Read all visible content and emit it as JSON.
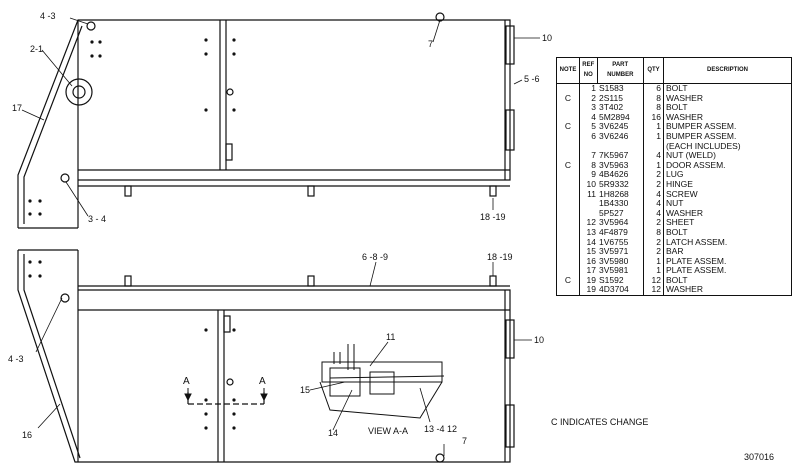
{
  "callouts": {
    "c43_top": "4 -3",
    "c21": "2-1",
    "c17": "17",
    "c34": "3 - 4",
    "c7_top": "7",
    "c10_top": "10",
    "c568_top": "5 -6",
    "c1819_top": "18 -19",
    "c689": "6 -8 -9",
    "c1819_mid": "18 -19",
    "c43_low": "4 -3",
    "c16": "16",
    "c10_low": "10",
    "c11": "11",
    "c15": "15",
    "c14": "14",
    "c13412": "13 -4 12",
    "c7_low": "7",
    "section_a_left": "A",
    "section_a_right": "A",
    "view_label": "VIEW A-A"
  },
  "table": {
    "headers": {
      "note": "NOTE",
      "ref_no": "REF NO",
      "part_number": "PART NUMBER",
      "qty": "QTY",
      "description": "DESCRIPTION"
    },
    "rows": [
      {
        "note": "",
        "ref": "1",
        "part": "S1583",
        "qty": "6",
        "desc": "BOLT"
      },
      {
        "note": "C",
        "ref": "2",
        "part": "2S115",
        "qty": "8",
        "desc": "WASHER"
      },
      {
        "note": "",
        "ref": "3",
        "part": "3T402",
        "qty": "8",
        "desc": "BOLT"
      },
      {
        "note": "",
        "ref": "4",
        "part": "5M2894",
        "qty": "16",
        "desc": "WASHER"
      },
      {
        "note": "C",
        "ref": "5",
        "part": "3V6245",
        "qty": "1",
        "desc": "BUMPER ASSEM."
      },
      {
        "note": "",
        "ref": "6",
        "part": "3V6246",
        "qty": "1",
        "desc": "BUMPER ASSEM."
      },
      {
        "note": "",
        "ref": "",
        "part": "",
        "qty": "",
        "desc": "(EACH INCLUDES)"
      },
      {
        "note": "",
        "ref": "7",
        "part": "7K5967",
        "qty": "4",
        "desc": "NUT (WELD)"
      },
      {
        "note": "C",
        "ref": "8",
        "part": "3V5963",
        "qty": "1",
        "desc": "DOOR ASSEM."
      },
      {
        "note": "",
        "ref": "9",
        "part": "4B4626",
        "qty": "2",
        "desc": "LUG"
      },
      {
        "note": "",
        "ref": "10",
        "part": "5R9332",
        "qty": "2",
        "desc": "HINGE"
      },
      {
        "note": "",
        "ref": "11",
        "part": "1H8268",
        "qty": "4",
        "desc": "SCREW"
      },
      {
        "note": "",
        "ref": "",
        "part": "1B4330",
        "qty": "4",
        "desc": "NUT"
      },
      {
        "note": "",
        "ref": "",
        "part": "5P527",
        "qty": "4",
        "desc": "WASHER"
      },
      {
        "note": "",
        "ref": "12",
        "part": "3V5964",
        "qty": "2",
        "desc": "SHEET"
      },
      {
        "note": "",
        "ref": "13",
        "part": "4F4879",
        "qty": "8",
        "desc": "BOLT"
      },
      {
        "note": "",
        "ref": "14",
        "part": "1V6755",
        "qty": "2",
        "desc": "LATCH ASSEM."
      },
      {
        "note": "",
        "ref": "15",
        "part": "3V5971",
        "qty": "2",
        "desc": "BAR"
      },
      {
        "note": "",
        "ref": "16",
        "part": "3V5980",
        "qty": "1",
        "desc": "PLATE ASSEM."
      },
      {
        "note": "",
        "ref": "17",
        "part": "3V5981",
        "qty": "1",
        "desc": "PLATE ASSEM."
      },
      {
        "note": "C",
        "ref": "19",
        "part": "S1592",
        "qty": "12",
        "desc": "BOLT"
      },
      {
        "note": "",
        "ref": "19",
        "part": "4D3704",
        "qty": "12",
        "desc": "WASHER"
      }
    ]
  },
  "legend": "C INDICATES CHANGE",
  "drawing_number": "307016"
}
